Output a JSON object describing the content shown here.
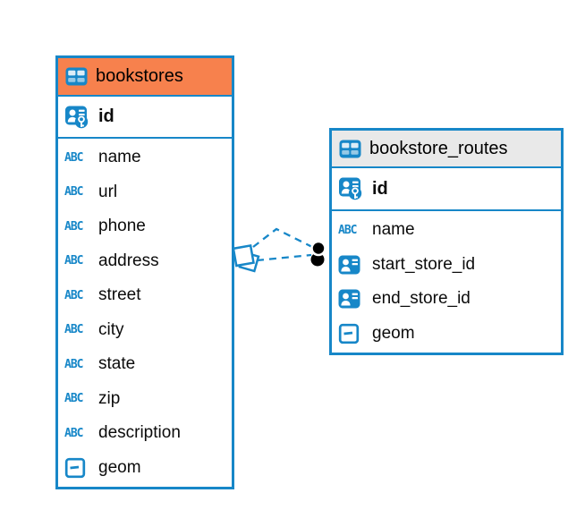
{
  "diagram": {
    "colors": {
      "accent_blue": "#1787C8",
      "bookstores_header": "#F7814D",
      "routes_header": "#E9E9E9",
      "relationship_dot": "#000000",
      "background": "#FFFFFF"
    },
    "icons": {
      "text_type_label": "ABC"
    },
    "tables": [
      {
        "name": "bookstores",
        "header_color": "#F7814D",
        "primary_key": {
          "name": "id",
          "icon": "primary-key"
        },
        "columns": [
          {
            "name": "name",
            "icon": "text"
          },
          {
            "name": "url",
            "icon": "text"
          },
          {
            "name": "phone",
            "icon": "text"
          },
          {
            "name": "address",
            "icon": "text"
          },
          {
            "name": "street",
            "icon": "text"
          },
          {
            "name": "city",
            "icon": "text"
          },
          {
            "name": "state",
            "icon": "text"
          },
          {
            "name": "zip",
            "icon": "text"
          },
          {
            "name": "description",
            "icon": "text"
          },
          {
            "name": "geom",
            "icon": "geometry"
          }
        ]
      },
      {
        "name": "bookstore_routes",
        "header_color": "#E9E9E9",
        "primary_key": {
          "name": "id",
          "icon": "primary-key"
        },
        "columns": [
          {
            "name": "name",
            "icon": "text"
          },
          {
            "name": "start_store_id",
            "icon": "foreign-key"
          },
          {
            "name": "end_store_id",
            "icon": "foreign-key"
          },
          {
            "name": "geom",
            "icon": "geometry"
          }
        ]
      }
    ],
    "relationships": [
      {
        "from": "bookstore_routes",
        "to": "bookstores",
        "style": "dashed"
      },
      {
        "from": "bookstore_routes",
        "to": "bookstores",
        "style": "dashed"
      }
    ]
  }
}
